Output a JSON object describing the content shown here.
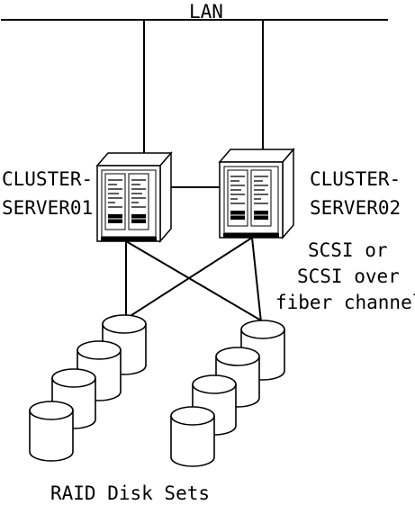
{
  "lan_label": "LAN",
  "server1": {
    "line1": "CLUSTER-",
    "line2": "SERVER01"
  },
  "server2": {
    "line1": "CLUSTER-",
    "line2": "SERVER02"
  },
  "connection": {
    "line1": "SCSI or",
    "line2": "SCSI over",
    "line3": "fiber channel"
  },
  "disks_label": "RAID Disk Sets",
  "colors": {
    "stroke": "#000000",
    "background": "#ffffff"
  },
  "icons": [
    "server-tower-icon",
    "disk-cylinder-icon"
  ]
}
